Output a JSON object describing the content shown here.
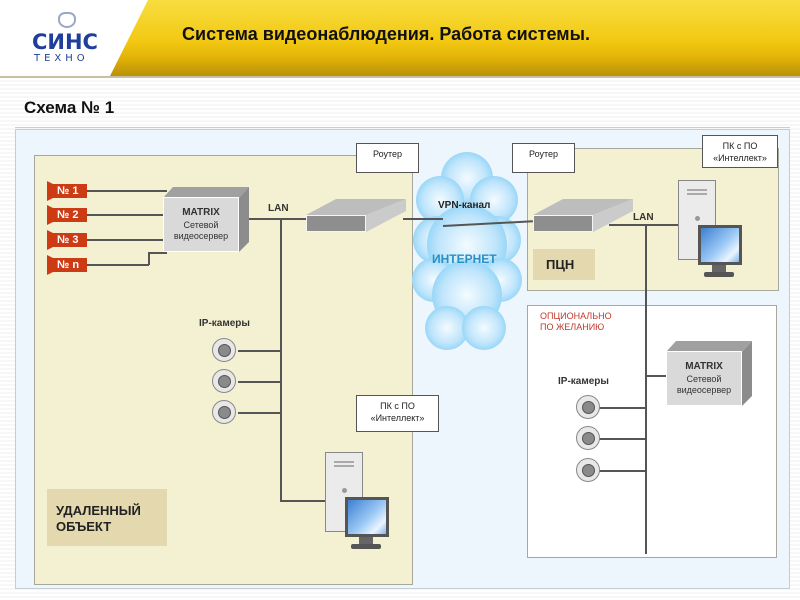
{
  "header": {
    "logo": {
      "wordmark": "СИНС",
      "subtitle": "ТЕХНО",
      "icon": "shield-logo-icon"
    },
    "title": "Система видеонаблюдения. Работа системы."
  },
  "scheme_title": "Схема № 1",
  "colors": {
    "header_yellow": "#f2c812",
    "zone_beige": "#f4f0d2",
    "diagram_bg": "#eef6fd",
    "camera_tag_red": "#cc3b14",
    "internet_blue": "#2a8fc4",
    "optional_red": "#c0392b"
  },
  "remote_site": {
    "label": [
      "УДАЛЕННЫЙ",
      "ОБЪЕКТ"
    ],
    "analog_cameras": [
      "№ 1",
      "№ 2",
      "№ 3",
      "№ n"
    ],
    "server": {
      "name": "MATRIX",
      "desc": [
        "Сетевой",
        "видеосервер"
      ]
    },
    "lan_label": "LAN",
    "router_callout": "Роутер",
    "ip_cameras_label": "IP-камеры",
    "ip_camera_count": 3,
    "pc_callout": [
      "ПК с ПО",
      "«Интеллект»"
    ]
  },
  "internet": {
    "label": "ИНТЕРНЕТ",
    "vpn_label": "VPN-канал"
  },
  "pcn_site": {
    "label": "ПЦН",
    "router_callout": "Роутер",
    "lan_label": "LAN",
    "pc_callout": [
      "ПК с ПО",
      "«Интеллект»"
    ]
  },
  "optional_site": {
    "label": [
      "ОПЦИОНАЛЬНО",
      "ПО ЖЕЛАНИЮ"
    ],
    "server": {
      "name": "MATRIX",
      "desc": [
        "Сетевой",
        "видеосервер"
      ]
    },
    "ip_cameras_label": "IP-камеры",
    "ip_camera_count": 3
  }
}
